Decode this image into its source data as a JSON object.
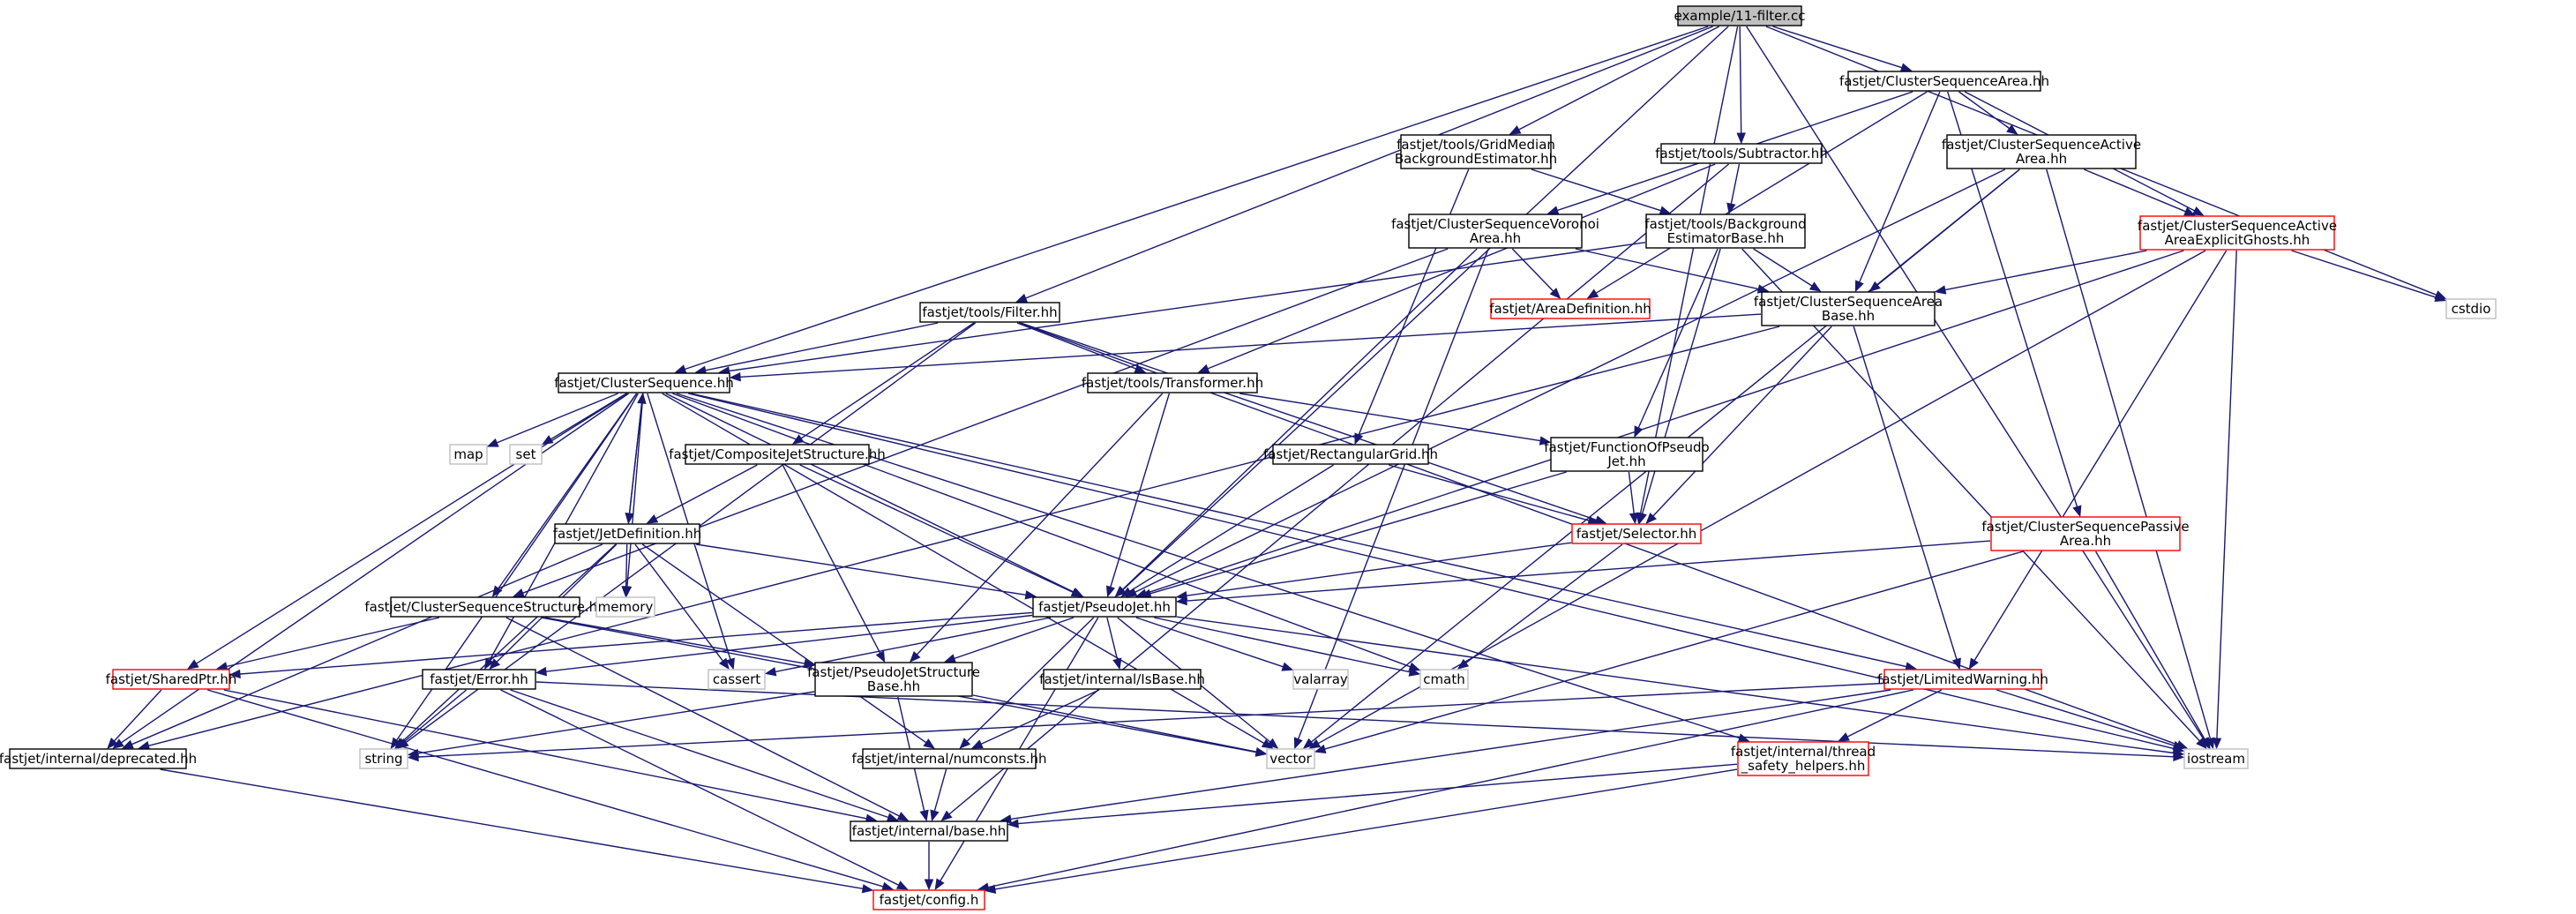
{
  "colors": {
    "edge": "#191970",
    "box_normal": "#000000",
    "box_truncated": "#ff0000",
    "box_system": "#bfbfbf",
    "root_fill": "#bfbfbf"
  },
  "nodes": [
    {
      "id": "n_root",
      "lines": [
        "example/11-filter.cc"
      ],
      "kind": "root"
    },
    {
      "id": "n_csa",
      "lines": [
        "fastjet/ClusterSequenceArea.hh"
      ],
      "kind": "normal"
    },
    {
      "id": "n_gmbe",
      "lines": [
        "fastjet/tools/GridMedian",
        "BackgroundEstimator.hh"
      ],
      "kind": "normal"
    },
    {
      "id": "n_sub",
      "lines": [
        "fastjet/tools/Subtractor.hh"
      ],
      "kind": "normal"
    },
    {
      "id": "n_csaa",
      "lines": [
        "fastjet/ClusterSequenceActive",
        "Area.hh"
      ],
      "kind": "normal"
    },
    {
      "id": "n_csaaeg",
      "lines": [
        "fastjet/ClusterSequenceActive",
        "AreaExplicitGhosts.hh"
      ],
      "kind": "truncated"
    },
    {
      "id": "n_csva",
      "lines": [
        "fastjet/ClusterSequenceVoronoi",
        "Area.hh"
      ],
      "kind": "normal"
    },
    {
      "id": "n_bgeb",
      "lines": [
        "fastjet/tools/Background",
        "EstimatorBase.hh"
      ],
      "kind": "normal"
    },
    {
      "id": "n_areadef",
      "lines": [
        "fastjet/AreaDefinition.hh"
      ],
      "kind": "truncated"
    },
    {
      "id": "n_csab",
      "lines": [
        "fastjet/ClusterSequenceArea",
        "Base.hh"
      ],
      "kind": "normal"
    },
    {
      "id": "n_cstdio",
      "lines": [
        "cstdio"
      ],
      "kind": "system"
    },
    {
      "id": "n_filter",
      "lines": [
        "fastjet/tools/Filter.hh"
      ],
      "kind": "normal"
    },
    {
      "id": "n_cs",
      "lines": [
        "fastjet/ClusterSequence.hh"
      ],
      "kind": "normal"
    },
    {
      "id": "n_trans",
      "lines": [
        "fastjet/tools/Transformer.hh"
      ],
      "kind": "normal"
    },
    {
      "id": "n_map",
      "lines": [
        "map"
      ],
      "kind": "system"
    },
    {
      "id": "n_set",
      "lines": [
        "set"
      ],
      "kind": "system"
    },
    {
      "id": "n_cjs",
      "lines": [
        "fastjet/CompositeJetStructure.hh"
      ],
      "kind": "normal"
    },
    {
      "id": "n_rgrid",
      "lines": [
        "fastjet/RectangularGrid.hh"
      ],
      "kind": "normal"
    },
    {
      "id": "n_fopj",
      "lines": [
        "fastjet/FunctionOfPseudo",
        "Jet.hh"
      ],
      "kind": "normal"
    },
    {
      "id": "n_sel",
      "lines": [
        "fastjet/Selector.hh"
      ],
      "kind": "truncated"
    },
    {
      "id": "n_cspa",
      "lines": [
        "fastjet/ClusterSequencePassive",
        "Area.hh"
      ],
      "kind": "truncated"
    },
    {
      "id": "n_jetdef",
      "lines": [
        "fastjet/JetDefinition.hh"
      ],
      "kind": "normal"
    },
    {
      "id": "n_css",
      "lines": [
        "fastjet/ClusterSequenceStructure.hh"
      ],
      "kind": "normal"
    },
    {
      "id": "n_memory",
      "lines": [
        "memory"
      ],
      "kind": "system"
    },
    {
      "id": "n_pj",
      "lines": [
        "fastjet/PseudoJet.hh"
      ],
      "kind": "normal"
    },
    {
      "id": "n_sptr",
      "lines": [
        "fastjet/SharedPtr.hh"
      ],
      "kind": "truncated"
    },
    {
      "id": "n_err",
      "lines": [
        "fastjet/Error.hh"
      ],
      "kind": "normal"
    },
    {
      "id": "n_cassert",
      "lines": [
        "cassert"
      ],
      "kind": "system"
    },
    {
      "id": "n_pjsb",
      "lines": [
        "fastjet/PseudoJetStructure",
        "Base.hh"
      ],
      "kind": "normal"
    },
    {
      "id": "n_isbase",
      "lines": [
        "fastjet/internal/IsBase.hh"
      ],
      "kind": "normal"
    },
    {
      "id": "n_valarray",
      "lines": [
        "valarray"
      ],
      "kind": "system"
    },
    {
      "id": "n_cmath",
      "lines": [
        "cmath"
      ],
      "kind": "system"
    },
    {
      "id": "n_lw",
      "lines": [
        "fastjet/LimitedWarning.hh"
      ],
      "kind": "truncated"
    },
    {
      "id": "n_depr",
      "lines": [
        "fastjet/internal/deprecated.hh"
      ],
      "kind": "normal"
    },
    {
      "id": "n_string",
      "lines": [
        "string"
      ],
      "kind": "system"
    },
    {
      "id": "n_numc",
      "lines": [
        "fastjet/internal/numconsts.hh"
      ],
      "kind": "normal"
    },
    {
      "id": "n_vector",
      "lines": [
        "vector"
      ],
      "kind": "system"
    },
    {
      "id": "n_tsh",
      "lines": [
        "fastjet/internal/thread",
        "_safety_helpers.hh"
      ],
      "kind": "truncated"
    },
    {
      "id": "n_iostream",
      "lines": [
        "iostream"
      ],
      "kind": "system"
    },
    {
      "id": "n_base",
      "lines": [
        "fastjet/internal/base.hh"
      ],
      "kind": "normal"
    },
    {
      "id": "n_config",
      "lines": [
        "fastjet/config.h"
      ],
      "kind": "truncated"
    }
  ],
  "edges": [
    [
      "n_root",
      "n_csa"
    ],
    [
      "n_root",
      "n_gmbe"
    ],
    [
      "n_root",
      "n_sub"
    ],
    [
      "n_root",
      "n_filter"
    ],
    [
      "n_root",
      "n_cs"
    ],
    [
      "n_root",
      "n_pj"
    ],
    [
      "n_root",
      "n_sel"
    ],
    [
      "n_root",
      "n_cstdio"
    ],
    [
      "n_root",
      "n_iostream"
    ],
    [
      "n_csa",
      "n_csaa"
    ],
    [
      "n_csa",
      "n_csaaeg"
    ],
    [
      "n_csa",
      "n_csva"
    ],
    [
      "n_csa",
      "n_cspa"
    ],
    [
      "n_csa",
      "n_areadef"
    ],
    [
      "n_csa",
      "n_csab"
    ],
    [
      "n_gmbe",
      "n_bgeb"
    ],
    [
      "n_gmbe",
      "n_rgrid"
    ],
    [
      "n_sub",
      "n_bgeb"
    ],
    [
      "n_sub",
      "n_trans"
    ],
    [
      "n_sub",
      "n_base"
    ],
    [
      "n_csaa",
      "n_csaaeg"
    ],
    [
      "n_csaa",
      "n_csab"
    ],
    [
      "n_csaa",
      "n_pj"
    ],
    [
      "n_csaa",
      "n_vector"
    ],
    [
      "n_csaa",
      "n_iostream"
    ],
    [
      "n_csaaeg",
      "n_csab"
    ],
    [
      "n_csaaeg",
      "n_cstdio"
    ],
    [
      "n_csaaeg",
      "n_iostream"
    ],
    [
      "n_csaaeg",
      "n_lw"
    ],
    [
      "n_csaaeg",
      "n_pj"
    ],
    [
      "n_csaaeg",
      "n_vector"
    ],
    [
      "n_csva",
      "n_areadef"
    ],
    [
      "n_csva",
      "n_csab"
    ],
    [
      "n_csva",
      "n_pj"
    ],
    [
      "n_csva",
      "n_css"
    ],
    [
      "n_csva",
      "n_vector"
    ],
    [
      "n_bgeb",
      "n_fopj"
    ],
    [
      "n_bgeb",
      "n_sel"
    ],
    [
      "n_bgeb",
      "n_csab"
    ],
    [
      "n_bgeb",
      "n_iostream"
    ],
    [
      "n_bgeb",
      "n_cs"
    ],
    [
      "n_csab",
      "n_cs"
    ],
    [
      "n_csab",
      "n_lw"
    ],
    [
      "n_csab",
      "n_sel"
    ],
    [
      "n_csab",
      "n_depr"
    ],
    [
      "n_filter",
      "n_cs"
    ],
    [
      "n_filter",
      "n_trans"
    ],
    [
      "n_filter",
      "n_cjs"
    ],
    [
      "n_filter",
      "n_sel"
    ],
    [
      "n_filter",
      "n_string"
    ],
    [
      "n_filter",
      "n_iostream"
    ],
    [
      "n_cs",
      "n_map"
    ],
    [
      "n_cs",
      "n_set"
    ],
    [
      "n_cs",
      "n_jetdef"
    ],
    [
      "n_cs",
      "n_css"
    ],
    [
      "n_cs",
      "n_pj"
    ],
    [
      "n_cs",
      "n_sptr"
    ],
    [
      "n_cs",
      "n_err"
    ],
    [
      "n_cs",
      "n_memory"
    ],
    [
      "n_cs",
      "n_cassert"
    ],
    [
      "n_cs",
      "n_cmath"
    ],
    [
      "n_cs",
      "n_lw"
    ],
    [
      "n_cs",
      "n_vector"
    ],
    [
      "n_cs",
      "n_iostream"
    ],
    [
      "n_cs",
      "n_tsh"
    ],
    [
      "n_cs",
      "n_depr"
    ],
    [
      "n_cs",
      "n_string"
    ],
    [
      "n_trans",
      "n_fopj"
    ],
    [
      "n_trans",
      "n_pj"
    ],
    [
      "n_trans",
      "n_pjsb"
    ],
    [
      "n_cjs",
      "n_pj"
    ],
    [
      "n_cjs",
      "n_jetdef"
    ],
    [
      "n_cjs",
      "n_pjsb"
    ],
    [
      "n_rgrid",
      "n_sel"
    ],
    [
      "n_rgrid",
      "n_pj"
    ],
    [
      "n_fopj",
      "n_pj"
    ],
    [
      "n_fopj",
      "n_sel"
    ],
    [
      "n_sel",
      "n_pj"
    ],
    [
      "n_sel",
      "n_cmath"
    ],
    [
      "n_cspa",
      "n_pj"
    ],
    [
      "n_cspa",
      "n_vector"
    ],
    [
      "n_cspa",
      "n_iostream"
    ],
    [
      "n_jetdef",
      "n_cs"
    ],
    [
      "n_jetdef",
      "n_pj"
    ],
    [
      "n_jetdef",
      "n_memory"
    ],
    [
      "n_jetdef",
      "n_string"
    ],
    [
      "n_jetdef",
      "n_cassert"
    ],
    [
      "n_jetdef",
      "n_numc"
    ],
    [
      "n_jetdef",
      "n_depr"
    ],
    [
      "n_jetdef",
      "n_err"
    ],
    [
      "n_css",
      "n_sptr"
    ],
    [
      "n_css",
      "n_pjsb"
    ],
    [
      "n_css",
      "n_vector"
    ],
    [
      "n_css",
      "n_base"
    ],
    [
      "n_pj",
      "n_sptr"
    ],
    [
      "n_pj",
      "n_err"
    ],
    [
      "n_pj",
      "n_cassert"
    ],
    [
      "n_pj",
      "n_pjsb"
    ],
    [
      "n_pj",
      "n_isbase"
    ],
    [
      "n_pj",
      "n_valarray"
    ],
    [
      "n_pj",
      "n_cmath"
    ],
    [
      "n_pj",
      "n_vector"
    ],
    [
      "n_pj",
      "n_numc"
    ],
    [
      "n_pj",
      "n_iostream"
    ],
    [
      "n_pj",
      "n_config"
    ],
    [
      "n_sptr",
      "n_depr"
    ],
    [
      "n_sptr",
      "n_base"
    ],
    [
      "n_sptr",
      "n_config"
    ],
    [
      "n_err",
      "n_string"
    ],
    [
      "n_err",
      "n_base"
    ],
    [
      "n_err",
      "n_config"
    ],
    [
      "n_err",
      "n_iostream"
    ],
    [
      "n_pjsb",
      "n_string"
    ],
    [
      "n_pjsb",
      "n_vector"
    ],
    [
      "n_pjsb",
      "n_base"
    ],
    [
      "n_isbase",
      "n_numc"
    ],
    [
      "n_lw",
      "n_iostream"
    ],
    [
      "n_lw",
      "n_string"
    ],
    [
      "n_lw",
      "n_tsh"
    ],
    [
      "n_lw",
      "n_base"
    ],
    [
      "n_lw",
      "n_config"
    ],
    [
      "n_depr",
      "n_config"
    ],
    [
      "n_numc",
      "n_base"
    ],
    [
      "n_tsh",
      "n_base"
    ],
    [
      "n_tsh",
      "n_config"
    ],
    [
      "n_base",
      "n_config"
    ]
  ]
}
